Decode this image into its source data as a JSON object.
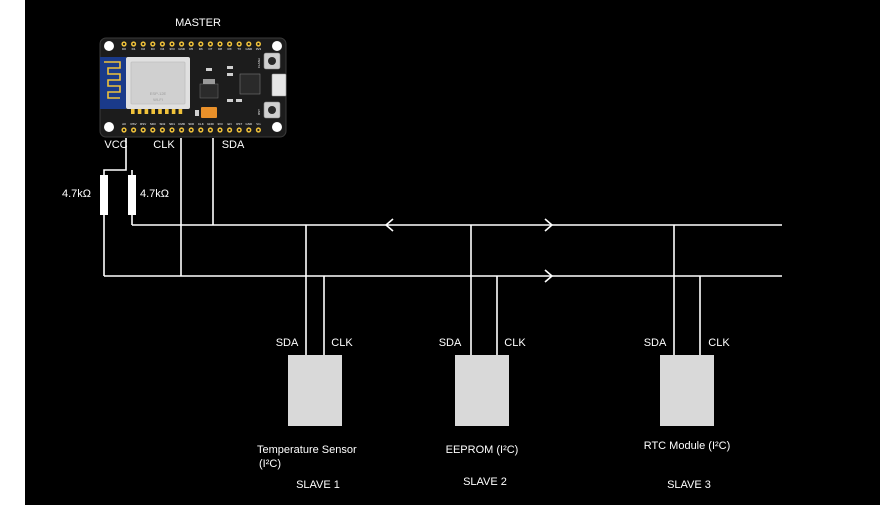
{
  "master": {
    "title": "MASTER",
    "pins_top": [
      "D0",
      "D1",
      "D2",
      "D3",
      "D4",
      "3V3",
      "GND",
      "D5",
      "D6",
      "D7",
      "D8",
      "RX",
      "TX",
      "GND",
      "3V3"
    ],
    "pins_bottom": [
      "A0",
      "RSV",
      "RSV",
      "SD3",
      "SD2",
      "SD1",
      "CMD",
      "SD0",
      "CLK",
      "GND",
      "3V3",
      "EN",
      "RST",
      "GND",
      "Vin"
    ],
    "module_text_1": "ESP-12E",
    "module_text_2": "WI-FI",
    "button_1": "FLASH",
    "button_2": "RST"
  },
  "labels": {
    "vcc": "VCC",
    "clk": "CLK",
    "sda": "SDA"
  },
  "resistors": [
    {
      "value": "4.7kΩ"
    },
    {
      "value": "4.7kΩ"
    }
  ],
  "slaves": [
    {
      "sda": "SDA",
      "clk": "CLK",
      "name_line1": "Temperature Sensor",
      "name_line2": "(I²C)",
      "caption": "SLAVE 1"
    },
    {
      "sda": "SDA",
      "clk": "CLK",
      "name_line1": "EEPROM (I²C)",
      "name_line2": "",
      "caption": "SLAVE 2"
    },
    {
      "sda": "SDA",
      "clk": "CLK",
      "name_line1": "RTC Module (I²C)",
      "name_line2": "",
      "caption": "SLAVE 3"
    }
  ],
  "colors": {
    "background": "#000000",
    "wire": "#ffffff",
    "slave_fill": "#d9d9d9",
    "pcb": "#1c1c1c",
    "pin": "#f0c23a",
    "esp_module": "#e0e0e0"
  }
}
